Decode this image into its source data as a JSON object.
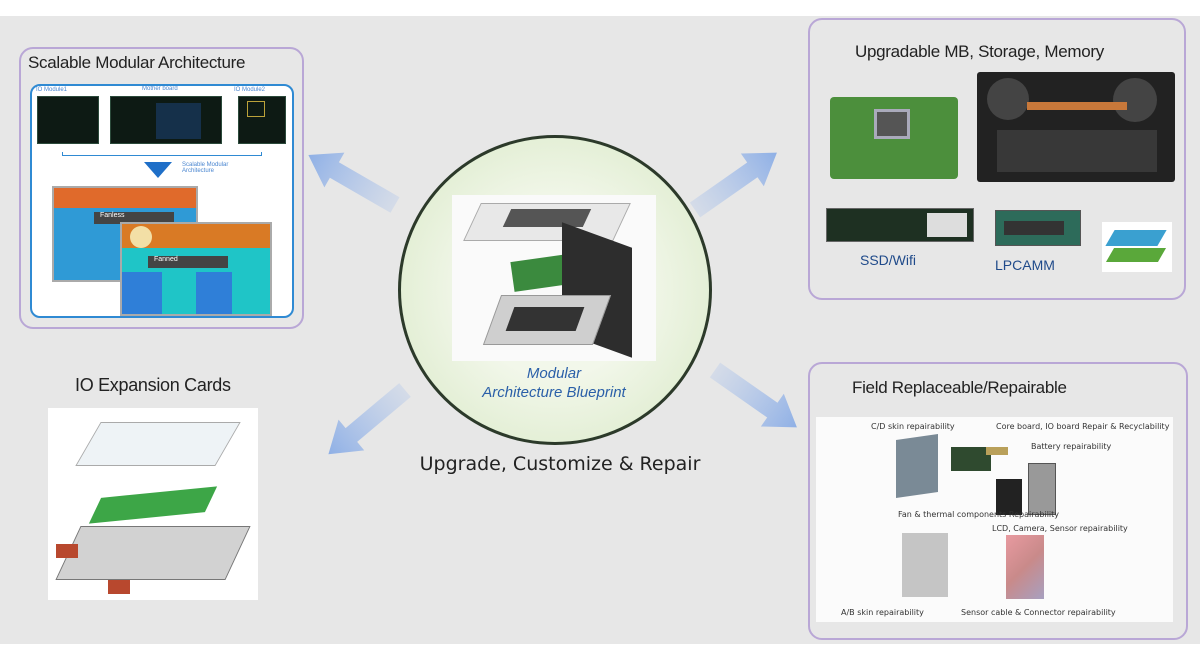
{
  "center": {
    "caption_line1": "Modular",
    "caption_line2": "Architecture Blueprint",
    "tagline": "Upgrade, Customize & Repair"
  },
  "panels": {
    "scalable": {
      "title": "Scalable Modular Architecture",
      "labels": [
        "IO Module1",
        "Mother board",
        "IO Module2",
        "Scalable Modular Architecture",
        "Fanless",
        "Fanned"
      ]
    },
    "upgradable": {
      "title": "Upgradable MB, Storage, Memory",
      "labels": [
        "SSD/Wifi",
        "LPCAMM"
      ]
    },
    "io": {
      "title": "IO Expansion Cards"
    },
    "field": {
      "title": "Field Replaceable/Repairable",
      "labels": [
        "C/D skin  repairability",
        "Core board, IO board Repair & Recyclability",
        "Battery  repairability",
        "Fan & thermal components  Repairability",
        "LCD, Camera, Sensor  repairability",
        "A/B skin  repairability",
        "Sensor cable & Connector repairability"
      ]
    }
  },
  "colors": {
    "panel_border": "#b9a7d6",
    "accent_blue": "#2a5fa8",
    "arrow": "#a9c1ea",
    "circle": "#dfeccd"
  }
}
